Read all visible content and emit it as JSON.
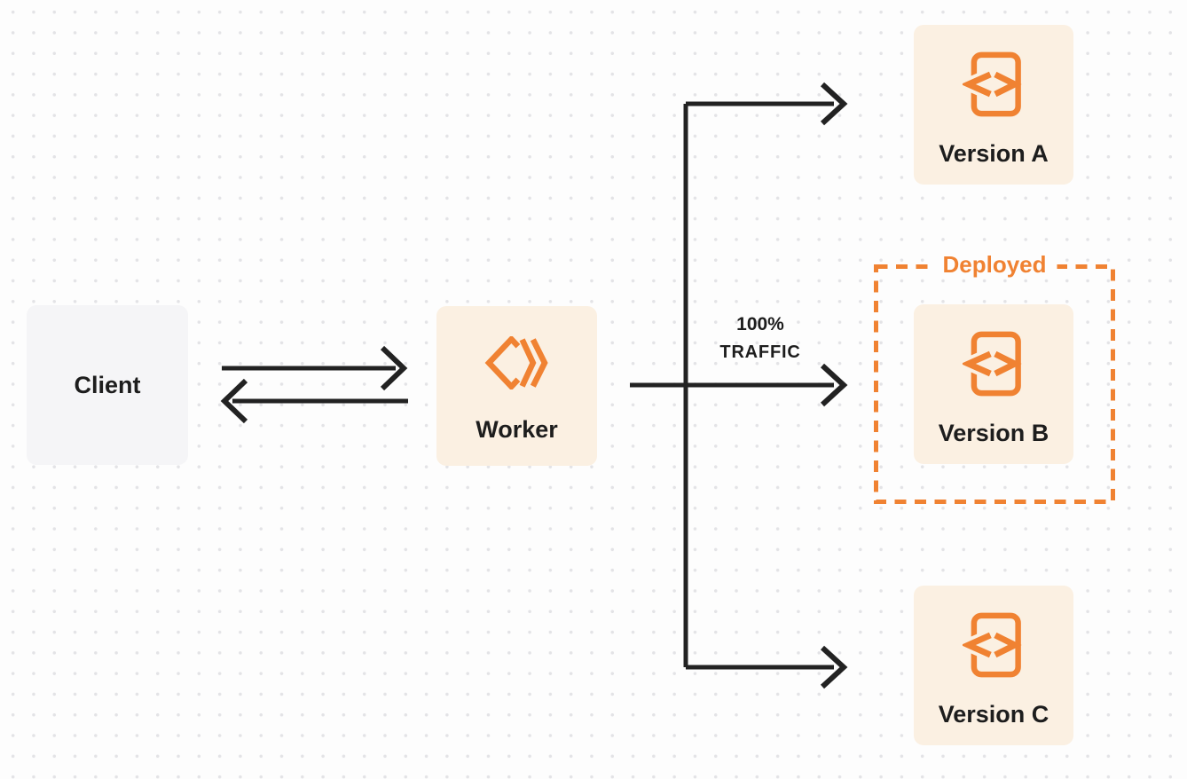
{
  "colors": {
    "background": "#FDFDFD",
    "dot_grid": "#E3E3E6",
    "accent_orange": "#F08232",
    "node_cream": "#FBF0E2",
    "node_gray": "#F5F5F7",
    "connector_dark": "#222222",
    "text_dark": "#1D1D1D"
  },
  "nodes": {
    "client": {
      "label": "Client"
    },
    "worker": {
      "label": "Worker"
    },
    "versions": [
      {
        "id": "version-a",
        "label": "Version A"
      },
      {
        "id": "version-b",
        "label": "Version B"
      },
      {
        "id": "version-c",
        "label": "Version C"
      }
    ]
  },
  "annotations": {
    "deployed_label": "Deployed",
    "traffic_percent": "100%",
    "traffic_word": "TRAFFIC"
  },
  "icons": {
    "worker_icon": "cloudflare-workers-icon",
    "version_icon": "code-file-icon"
  }
}
